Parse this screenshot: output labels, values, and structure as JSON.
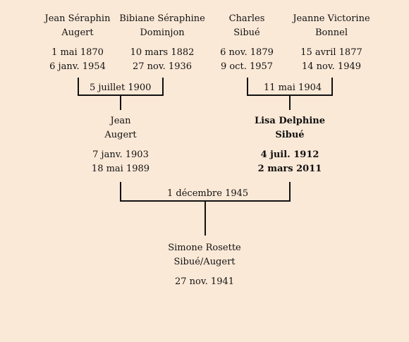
{
  "grandparents": [
    {
      "first": "Jean Séraphin",
      "last": "Augert",
      "birth": "1 mai 1870",
      "death": "6 janv. 1954"
    },
    {
      "first": "Bibiane Séraphine",
      "last": "Dominjon",
      "birth": "10 mars 1882",
      "death": "27 nov. 1936"
    },
    {
      "first": "Charles",
      "last": "Sibué",
      "birth": "6 nov. 1879",
      "death": "9 oct. 1957"
    },
    {
      "first": "Jeanne Victorine",
      "last": "Bonnel",
      "birth": "15 avril 1877",
      "death": "14 nov. 1949"
    }
  ],
  "marriages": {
    "paternal": "5 juillet 1900",
    "maternal": "11 mai 1904",
    "parents": "1 décembre 1945"
  },
  "parents": [
    {
      "first": "Jean",
      "last": "Augert",
      "birth": "7 janv. 1903",
      "death": "18 mai 1989"
    },
    {
      "first": "Lisa Delphine",
      "last": "Sibué",
      "birth": "4 juil. 1912",
      "death": "2 mars 2011"
    }
  ],
  "child": {
    "first": "Simone Rosette",
    "last": "Sibué/Augert",
    "birth": "27 nov. 1941"
  },
  "colors": {
    "background": "#fbe9d7",
    "ink": "#111111"
  }
}
